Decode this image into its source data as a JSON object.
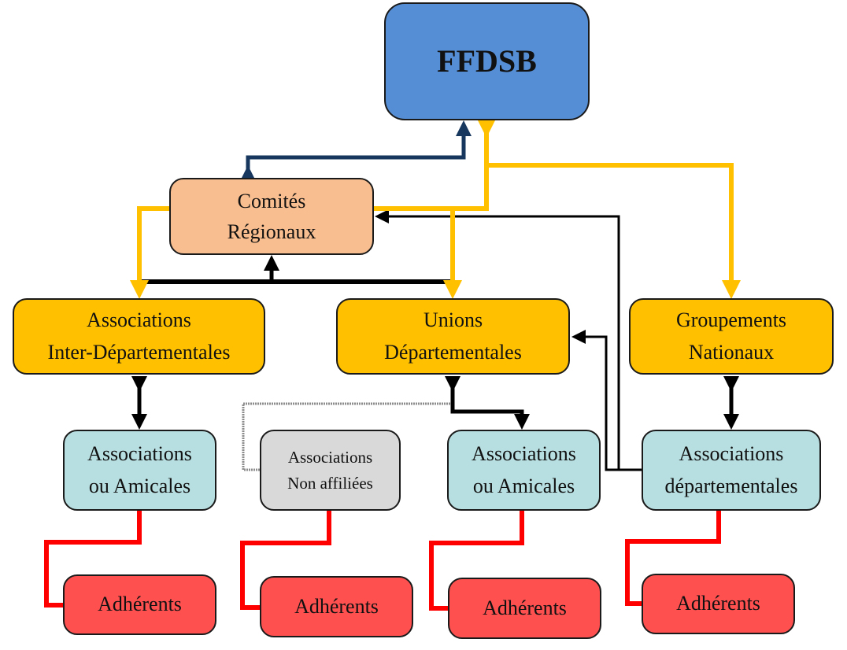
{
  "diagram": {
    "type": "organization-chart",
    "nodes": {
      "ffdsb": {
        "lines": [
          "FFDSB"
        ],
        "color": "#558ed5"
      },
      "comites_regionaux": {
        "lines": [
          "Comités",
          "Régionaux"
        ],
        "color": "#f9be8f"
      },
      "assoc_inter_dep": {
        "lines": [
          "Associations",
          "Inter-Départementales"
        ],
        "color": "#ffc000"
      },
      "unions_dep": {
        "lines": [
          "Unions",
          "Départementales"
        ],
        "color": "#ffc000"
      },
      "groupements_nat": {
        "lines": [
          "Groupements",
          "Nationaux"
        ],
        "color": "#ffc000"
      },
      "assoc_amicales_1": {
        "lines": [
          "Associations",
          "ou Amicales"
        ],
        "color": "#b7dee0"
      },
      "assoc_non_affiliees": {
        "lines": [
          "Associations",
          "Non affiliées"
        ],
        "color": "#d9d9d9"
      },
      "assoc_amicales_2": {
        "lines": [
          "Associations",
          "ou Amicales"
        ],
        "color": "#b7dee0"
      },
      "assoc_departementales": {
        "lines": [
          "Associations",
          "départementales"
        ],
        "color": "#b7dee0"
      },
      "adherents_1": {
        "lines": [
          "Adhérents"
        ],
        "color": "#ff5050"
      },
      "adherents_2": {
        "lines": [
          "Adhérents"
        ],
        "color": "#ff5050"
      },
      "adherents_3": {
        "lines": [
          "Adhérents"
        ],
        "color": "#ff5050"
      },
      "adherents_4": {
        "lines": [
          "Adhérents"
        ],
        "color": "#ff5050"
      }
    },
    "edge_colors": {
      "navy": "#17375e",
      "gold": "#ffc000",
      "black": "#000000",
      "gray_dotted": "#8c8c8c",
      "red": "#ff0000"
    },
    "edges": [
      {
        "from": "comites_regionaux",
        "to": "ffdsb",
        "style": "navy",
        "arrows": "both"
      },
      {
        "from": "ffdsb",
        "to": "assoc_inter_dep",
        "style": "gold",
        "arrows": "both"
      },
      {
        "from": "ffdsb",
        "to": "unions_dep",
        "style": "gold",
        "arrows": "both"
      },
      {
        "from": "ffdsb",
        "to": "groupements_nat",
        "style": "gold",
        "arrows": "both"
      },
      {
        "from": "assoc_inter_dep",
        "to": "comites_regionaux",
        "style": "black",
        "arrows": "end"
      },
      {
        "from": "unions_dep",
        "to": "comites_regionaux",
        "style": "black",
        "arrows": "end"
      },
      {
        "from": "assoc_departementales",
        "to": "comites_regionaux",
        "style": "black",
        "arrows": "end"
      },
      {
        "from": "assoc_departementales",
        "to": "unions_dep",
        "style": "black",
        "arrows": "end"
      },
      {
        "from": "assoc_inter_dep",
        "to": "assoc_amicales_1",
        "style": "black",
        "arrows": "both"
      },
      {
        "from": "unions_dep",
        "to": "assoc_amicales_2",
        "style": "black",
        "arrows": "both"
      },
      {
        "from": "groupements_nat",
        "to": "assoc_departementales",
        "style": "black",
        "arrows": "both"
      },
      {
        "from": "assoc_non_affiliees",
        "to": "unions_dep",
        "style": "gray_dotted",
        "arrows": "none"
      },
      {
        "from": "assoc_amicales_1",
        "to": "adherents_1",
        "style": "red",
        "arrows": "none"
      },
      {
        "from": "assoc_non_affiliees",
        "to": "adherents_2",
        "style": "red",
        "arrows": "none"
      },
      {
        "from": "assoc_amicales_2",
        "to": "adherents_3",
        "style": "red",
        "arrows": "none"
      },
      {
        "from": "assoc_departementales",
        "to": "adherents_4",
        "style": "red",
        "arrows": "none"
      }
    ]
  }
}
